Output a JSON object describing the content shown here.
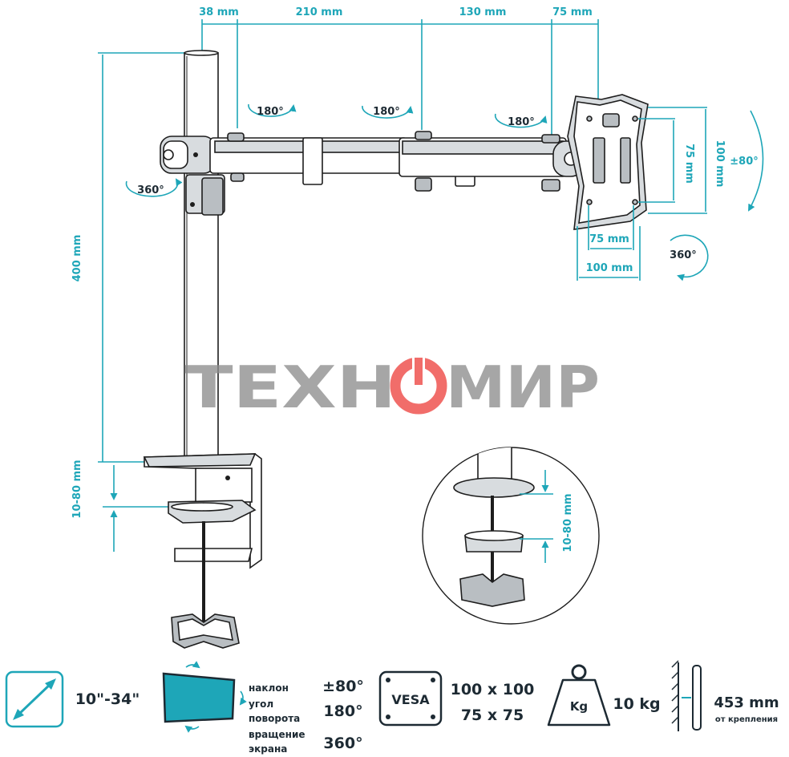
{
  "dimensions": {
    "top": [
      "38 mm",
      "210 mm",
      "130 mm",
      "75 mm"
    ],
    "pole_height": "400 mm",
    "clamp_range": "10-80 mm",
    "clamp_range_detail": "10-80 mm",
    "vesa_w_small": "75 mm",
    "vesa_w_large": "100 mm",
    "vesa_h_small": "75 mm",
    "vesa_h_large": "100 mm",
    "tilt": "±80°"
  },
  "rotations": {
    "joint_1": "180°",
    "joint_2": "180°",
    "joint_3": "180°",
    "pole": "360°",
    "plate": "360°"
  },
  "watermark": {
    "left": "ТЕХН",
    "right": "МИР"
  },
  "specs": {
    "screen_size": "10\"-34\"",
    "rotation_labels": [
      "наклон",
      "угол",
      "поворота",
      "вращение",
      "экрана"
    ],
    "rotation_values": [
      "±80°",
      "180°",
      "360°"
    ],
    "vesa_badge": "VESA",
    "vesa_values": [
      "100 x 100",
      "75 x 75"
    ],
    "weight_badge": "Kg",
    "weight_value": "10 kg",
    "reach_value": "453 mm",
    "reach_caption": "от крепления"
  },
  "colors": {
    "accent": "#1ea6b8",
    "text_dark": "#1d2a33",
    "watermark_gray": "#8d8d8d",
    "watermark_red": "#ef5350"
  }
}
